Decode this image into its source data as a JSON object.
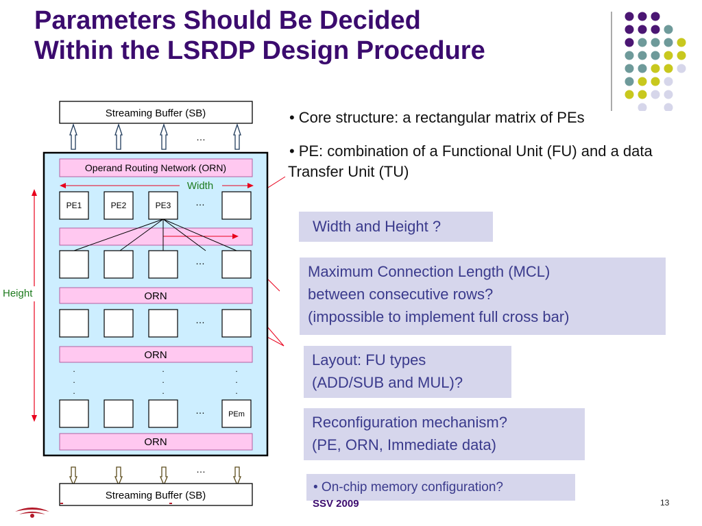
{
  "slide": {
    "title_line1": "Parameters Should Be Decided",
    "title_line2": "Within the LSRDP Design Procedure",
    "page_number": "13",
    "footer_conference": "SSV 2009"
  },
  "bullets": [
    "Core structure: a rectangular matrix of PEs",
    "PE: combination of a Functional Unit (FU) and a data Transfer Unit (TU)"
  ],
  "callouts": {
    "width_height": "Width and Height ?",
    "mcl_line1": "Maximum Connection Length (MCL)",
    "mcl_line2": "between consecutive rows?",
    "mcl_line3": "(impossible to implement full cross bar)",
    "layout_line1": "Layout: FU types",
    "layout_line2": "(ADD/SUB and MUL)?",
    "reconf_line1": "Reconfiguration mechanism?",
    "reconf_line2": "(PE, ORN, Immediate data)",
    "onchip": "• On-chip memory configuration?"
  },
  "diagram": {
    "sb_top": "Streaming Buffer (SB)",
    "sb_bottom": "Streaming Buffer (SB)",
    "orn_top": "Operand Routing Network (ORN)",
    "orn": "ORN",
    "width_label": "Width",
    "height_label": "Height",
    "pe1": "PE1",
    "pe2": "PE2",
    "pe3": "PE3",
    "pem": "PEm",
    "ellipsis": "…",
    "vdot": "."
  },
  "colors": {
    "title": "#3b0b6e",
    "callout_bg": "#d6d6ec",
    "callout_text": "#3a3a8c",
    "orn_pink": "#ffc8f0",
    "array_bg": "#cdeeff",
    "arrow_red": "#e8001c",
    "width_green": "#1d7a1d",
    "dot_purple": "#4b1673",
    "dot_teal": "#6e9a9a",
    "dot_yellow": "#c8c81e",
    "dot_lavender": "#d6d6ea"
  }
}
